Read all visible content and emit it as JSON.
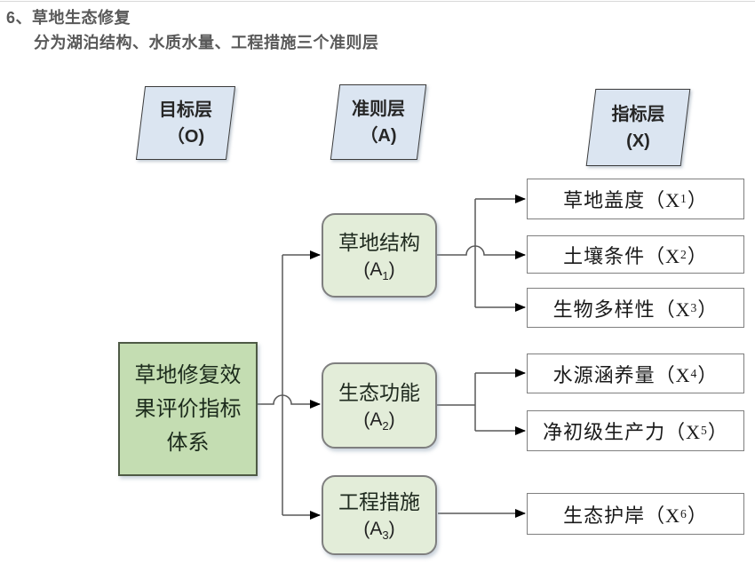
{
  "title": "6、草地生态修复",
  "subtitle": "分为湖泊结构、水质水量、工程措施三个准则层",
  "headers": [
    {
      "line1": "目标层",
      "line2": "（O)"
    },
    {
      "line1": "准则层",
      "line2": "（A)"
    },
    {
      "line1": "指标层",
      "line2": "(X)"
    }
  ],
  "goal": {
    "label": "草地修复效果评价指标体系"
  },
  "criteria": [
    {
      "name": "草地结构",
      "code_pre": "(A",
      "code_sub": "1",
      "code_post": ")"
    },
    {
      "name": "生态功能",
      "code_pre": "(A",
      "code_sub": "2",
      "code_post": ")"
    },
    {
      "name": "工程措施",
      "code_pre": "(A",
      "code_sub": "3",
      "code_post": ")"
    }
  ],
  "indicators": [
    {
      "pre": "草地盖度（X",
      "sub": "1",
      "post": "）"
    },
    {
      "pre": "土壤条件（X",
      "sub": "2",
      "post": "）"
    },
    {
      "pre": "生物多样性（X",
      "sub": "3",
      "post": "）"
    },
    {
      "pre": "水源涵养量（X",
      "sub": "4",
      "post": "）"
    },
    {
      "pre": "净初级生产力（X",
      "sub": "5",
      "post": "）"
    },
    {
      "pre": "生态护岸（X",
      "sub": "6",
      "post": "）"
    }
  ],
  "colors": {
    "title_text": "#595959",
    "header_fill": "#dbe5f1",
    "header_border": "#3b3b3b",
    "goal_fill": "#c4ddb2",
    "goal_border": "#4e5a45",
    "criteria_fill": "#e3edd9",
    "criteria_border": "#7f7f7f",
    "indicator_fill": "#ffffff",
    "indicator_border": "#7f7f7f",
    "connector_line": "#595959",
    "arrowhead": "#000000"
  }
}
